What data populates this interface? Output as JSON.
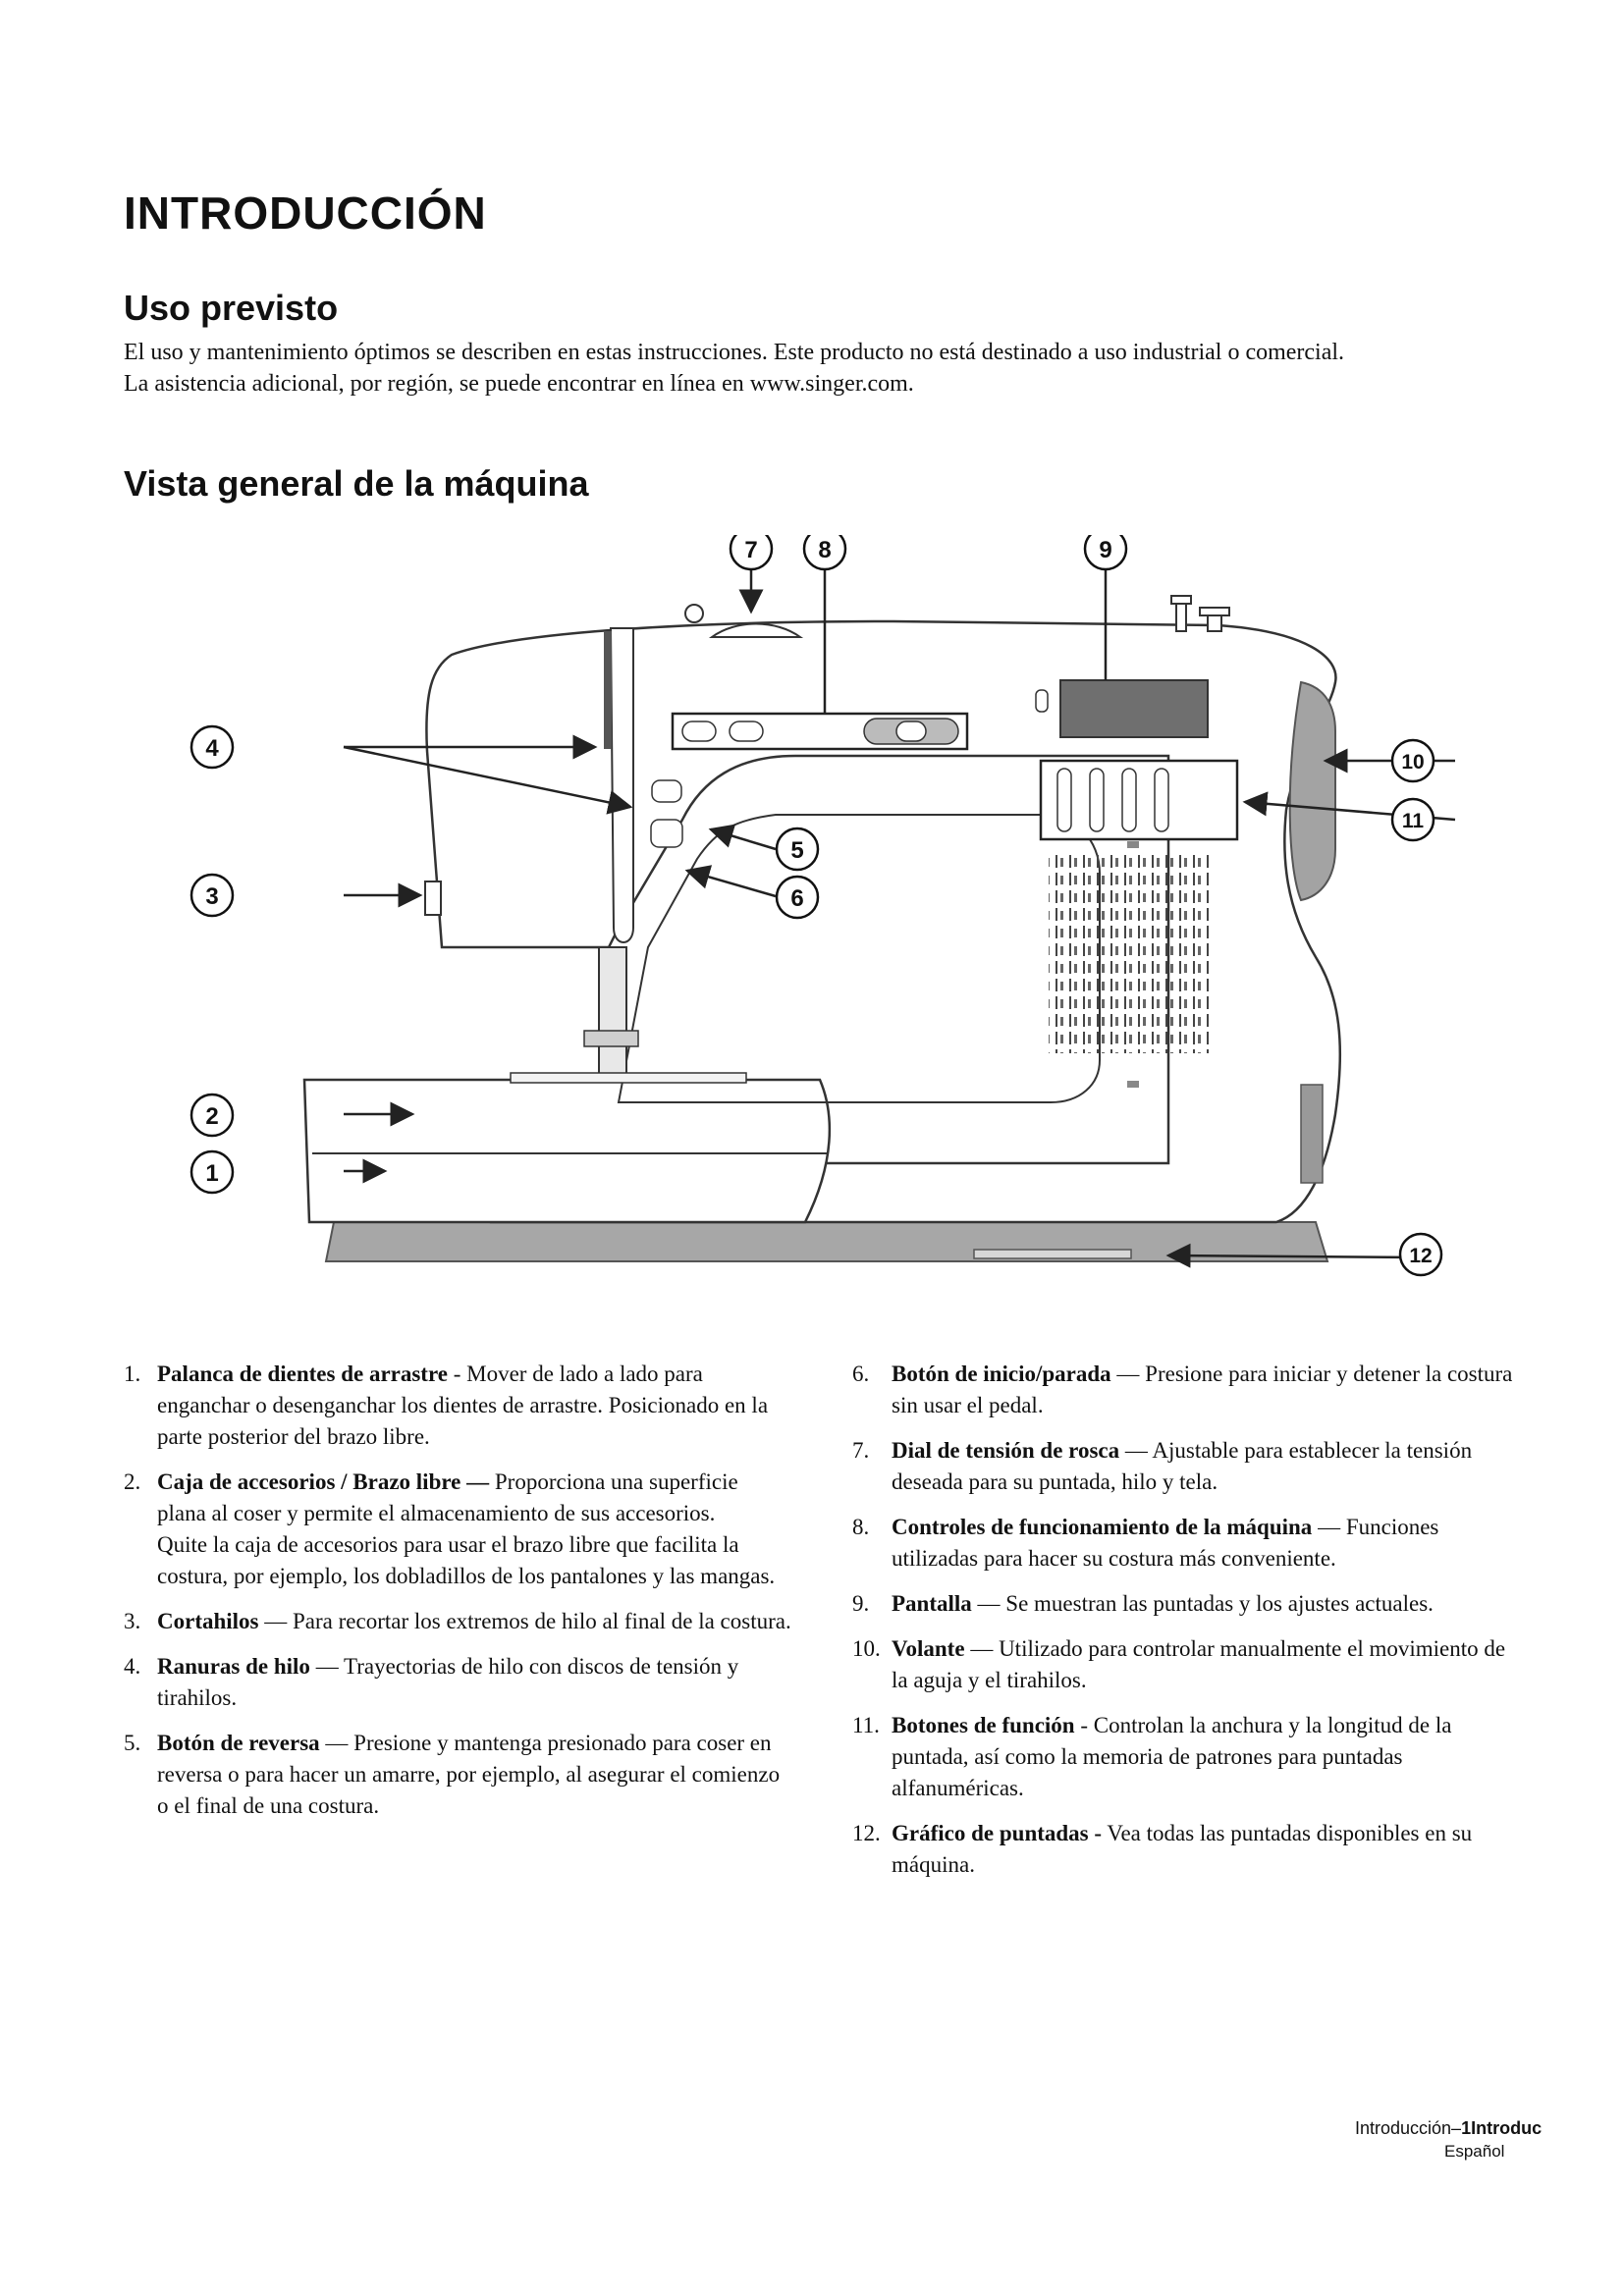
{
  "header": {
    "title": "INTRODUCCIÓN"
  },
  "intended_use": {
    "heading": "Uso previsto",
    "line1": "El uso y mantenimiento óptimos se describen en estas instrucciones. Este producto no está destinado a uso industrial o comercial.",
    "line2": "La asistencia adicional, por región, se puede encontrar en línea en www.singer.com."
  },
  "overview": {
    "heading": "Vista general de la máquina",
    "diagram_callouts": [
      "1",
      "2",
      "3",
      "4",
      "5",
      "6",
      "7",
      "8",
      "9",
      "10",
      "11",
      "12"
    ],
    "left_items": [
      {
        "num": "1.",
        "title": "Palanca de dientes de arrastre",
        "text": " - Mover de lado a lado para enganchar o desenganchar los dientes de arrastre. Posicionado en la parte posterior del brazo libre.",
        "extra": ""
      },
      {
        "num": "2.",
        "title": "Caja de accesorios / Brazo libre —",
        "text": " Proporciona una superficie plana al coser y permite el almacenamiento de sus accesorios.",
        "extra": "Quite la caja de accesorios para usar el brazo libre que facilita la costura, por ejemplo, los dobladillos de los pantalones y las mangas."
      },
      {
        "num": "3.",
        "title": "Cortahilos",
        "text": " — Para recortar los extremos de hilo al final de la costura.",
        "extra": ""
      },
      {
        "num": "4.",
        "title": "Ranuras de hilo",
        "text": " — Trayectorias de hilo con discos de tensión y tirahilos.",
        "extra": ""
      },
      {
        "num": "5.",
        "title": "Botón de reversa",
        "text": "  — Presione y mantenga presionado para coser en reversa o para hacer un amarre, por ejemplo, al asegurar el comienzo o el final de una costura.",
        "extra": ""
      }
    ],
    "right_items": [
      {
        "num": "6.",
        "title": "Botón de inicio/parada",
        "text": "  — Presione para iniciar y detener la costura sin usar el pedal.",
        "extra": ""
      },
      {
        "num": "7.",
        "title": "Dial de tensión de rosca",
        "text": " — Ajustable para establecer la tensión deseada para su puntada, hilo y tela.",
        "extra": ""
      },
      {
        "num": "8.",
        "title": "Controles de funcionamiento de la máquina",
        "text": " — Funciones utilizadas para hacer su costura más conveniente.",
        "extra": ""
      },
      {
        "num": "9.",
        "title": "Pantalla",
        "text": " — Se muestran las puntadas y los ajustes actuales.",
        "extra": ""
      },
      {
        "num": "10.",
        "title": "Volante",
        "text": " — Utilizado para controlar manualmente el movimiento de la aguja y el tirahilos.",
        "extra": ""
      },
      {
        "num": "11.",
        "title": "Botones de función",
        "text": " - Controlan la anchura y la longitud de la puntada, así como la memoria de patrones para puntadas alfanuméricas.",
        "extra": ""
      },
      {
        "num": "12.",
        "title": "Gráfico de puntadas -",
        "text": " Vea todas las puntadas disponibles en su máquina.",
        "extra": ""
      }
    ]
  },
  "footer": {
    "page_label": "Introducción–",
    "page_label_bold": "1Introduc",
    "language": "Español"
  }
}
